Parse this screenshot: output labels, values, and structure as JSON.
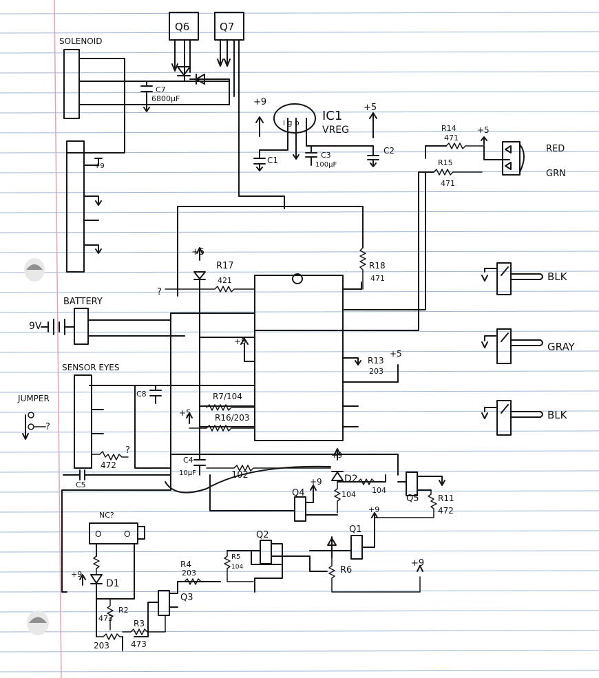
{
  "labels": {
    "solenoid": "SOLENOID",
    "q6": "Q6",
    "q7": "Q7",
    "c7": "C7",
    "c7_value": "6800µF",
    "plus9_reg": "+9",
    "ic1": "IC1",
    "vreg": "VREG",
    "ic1_pins": "i g o",
    "plus5_reg": "+5",
    "c1": "C1",
    "c3": "C3",
    "c3_value": "100µF",
    "c2": "C2",
    "r14": "R14",
    "r14_value": "471",
    "r15": "R15",
    "r15_value": "471",
    "plus5_led": "+5",
    "red": "RED",
    "grn": "GRN",
    "plus9_left": "+9",
    "plus5_r17": "+5",
    "r17": "R17",
    "r17_value": "421",
    "question": "?",
    "r18": "R18",
    "r18_value": "471",
    "battery": "BATTERY",
    "nine_v": "9V",
    "plus5_chip": "+5",
    "r13": "R13",
    "r13_value": "203",
    "plus5_r13": "+5",
    "sensor_eyes": "SENSOR EYES",
    "c8": "C8",
    "jumper": "JUMPER",
    "jumper_q": "?",
    "r7": "R7/104",
    "r16": "R16/203",
    "plus5_r16": "+5",
    "r_472_q": "?",
    "r_472": "472",
    "c4": "C4",
    "c4_value": "10µF",
    "r_102": "102",
    "plus9_d2": "+9",
    "d2": "D2",
    "r_104_d2": "104",
    "r_104_q5": "104",
    "q4": "Q4",
    "plus9_q4": "+9",
    "q5": "Q5",
    "r11": "R11",
    "r11_value": "472",
    "c5": "C5",
    "nc": "NC?",
    "conn_pin_left": "O",
    "conn_pin_right": "O",
    "plus9_q1": "+9",
    "q2": "Q2",
    "q1": "Q1",
    "r5": "R5",
    "r5_value": "104",
    "r6": "R6",
    "plus9_right": "+9",
    "r4": "R4",
    "r4_value": "203",
    "plus9_d1": "+9",
    "d1": "D1",
    "q3": "Q3",
    "r2": "R2",
    "r2_value": "473",
    "r3": "R3",
    "r3_value": "473",
    "r_203_bottom": "203",
    "blk1": "BLK",
    "gray": "GRAY",
    "blk2": "BLK"
  }
}
